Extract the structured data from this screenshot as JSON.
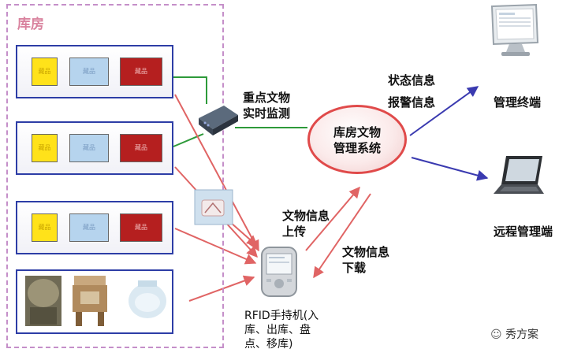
{
  "storage_area": {
    "title": "库房"
  },
  "shelves": [
    {
      "boxes": [
        "藏品",
        "藏品",
        "藏品"
      ]
    },
    {
      "boxes": [
        "藏品",
        "藏品",
        "藏品"
      ]
    },
    {
      "boxes": [
        "藏品",
        "藏品",
        "藏品"
      ]
    }
  ],
  "monitor": {
    "line1": "重点文物",
    "line2": "实时监测"
  },
  "system": {
    "line1": "库房文物",
    "line2": "管理系统"
  },
  "status": {
    "status_info": "状态信息",
    "alarm_info": "报警信息"
  },
  "terminals": {
    "management": "管理终端",
    "remote": "远程管理端"
  },
  "upload": {
    "line1": "文物信息",
    "line2": "上传"
  },
  "download": {
    "line1": "文物信息",
    "line2": "下载"
  },
  "handheld": {
    "line1": "RFID手持机(入",
    "line2": "库、出库、盘",
    "line3": "点、移库)"
  },
  "watermark": {
    "text": "秀方案"
  },
  "colors": {
    "shelf_border": "#2d3da6",
    "red_arrow": "#e06464",
    "blue_arrow": "#3a3ab0",
    "green_line": "#2e9a3a",
    "ellipse_border": "#e04a4a"
  }
}
